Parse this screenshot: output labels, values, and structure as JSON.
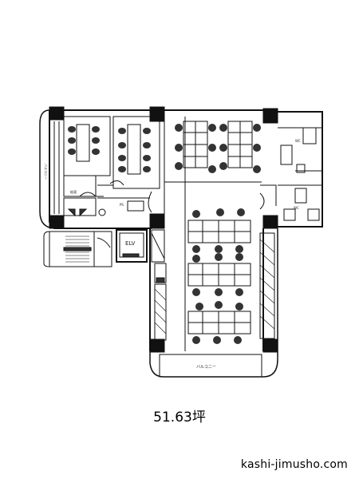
{
  "floor_plan": {
    "area_label": "51.63坪",
    "site_url": "kashi-jimusho.com",
    "rooms": {
      "elevator": "ELV",
      "balcony_bottom": "バルコニー",
      "balcony_left": "バルコニー",
      "small_label_a": "給湯",
      "small_label_b": "WC",
      "small_label_c": "WC",
      "small_label_d": "PS"
    }
  }
}
